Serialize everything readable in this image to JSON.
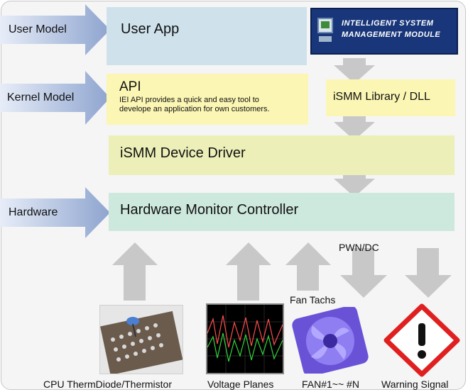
{
  "layers": {
    "user_model": "User Model",
    "kernel_model": "Kernel Model",
    "hardware": "Hardware"
  },
  "blocks": {
    "user_app": "User App",
    "api_title": "API",
    "api_desc_line1": "IEI API provides a quick and easy tool to",
    "api_desc_line2": "develope an application for own customers.",
    "ismm_library": "iSMM Library / DLL",
    "device_driver": "iSMM Device Driver",
    "hw_controller": "Hardware Monitor Controller"
  },
  "logo": {
    "line1": "INTELLIGENT SYSTEM",
    "line2": "MANAGEMENT MODULE"
  },
  "signals": {
    "pwm": "PWN/DC",
    "fan_tachs": "Fan Tachs"
  },
  "sensors": [
    {
      "label": "CPU ThermDiode/Thermistor",
      "icon": "cpu-thermistor"
    },
    {
      "label": "Voltage Planes",
      "icon": "voltage-oscilloscope"
    },
    {
      "label": "FAN#1~~ #N",
      "icon": "fan"
    },
    {
      "label": "Warning Signal",
      "icon": "warning-sign"
    }
  ],
  "colors": {
    "user_app": "#cfe2ec",
    "api": "#fbf6b4",
    "device_driver": "#ecf0b8",
    "hw_controller": "#cde8dd",
    "layer_arrow": "#9fb2d6",
    "flow_arrow": "#c4c4c4"
  }
}
